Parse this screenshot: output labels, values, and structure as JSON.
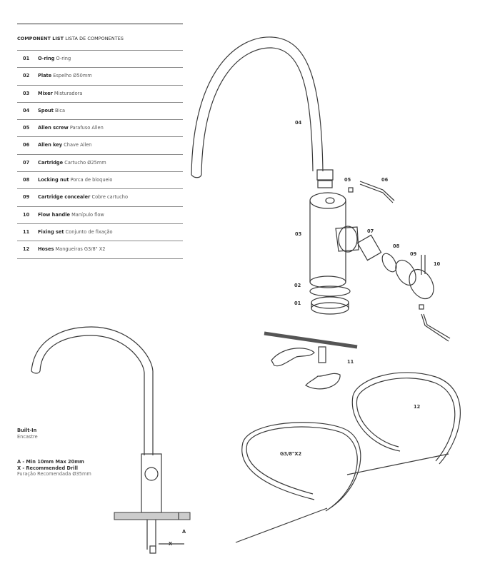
{
  "component_list": {
    "title_en": "COMPONENT LIST",
    "title_pt": "LISTA DE COMPONENTES",
    "items": [
      {
        "num": "01",
        "en": "O-ring",
        "pt": "O-ring"
      },
      {
        "num": "02",
        "en": "Plate",
        "pt": "Espelho Ø50mm"
      },
      {
        "num": "03",
        "en": "Mixer",
        "pt": "Misturadora"
      },
      {
        "num": "04",
        "en": "Spout",
        "pt": "Bica"
      },
      {
        "num": "05",
        "en": "Allen screw",
        "pt": "Parafuso Allen"
      },
      {
        "num": "06",
        "en": "Allen key",
        "pt": "Chave Allen"
      },
      {
        "num": "07",
        "en": "Cartridge",
        "pt": "Cartucho Ø25mm"
      },
      {
        "num": "08",
        "en": "Locking nut",
        "pt": "Porca de bloqueio"
      },
      {
        "num": "09",
        "en": "Cartridge concealer",
        "pt": "Cobre cartucho"
      },
      {
        "num": "10",
        "en": "Flow handle",
        "pt": "Manípulo flow"
      },
      {
        "num": "11",
        "en": "Fixing set",
        "pt": "Conjunto de fixação"
      },
      {
        "num": "12",
        "en": "Hoses",
        "pt": "Mangueiras G3/8\" X2"
      }
    ]
  },
  "callouts": {
    "c01": "01",
    "c02": "02",
    "c03": "03",
    "c04": "04",
    "c05": "05",
    "c06": "06",
    "c07": "07",
    "c08": "08",
    "c09": "09",
    "c10": "10",
    "c11": "11",
    "c12": "12",
    "hose_label": "G3/8\"X2"
  },
  "install_notes": {
    "builtin_en": "Built-In",
    "builtin_pt": "Encastre",
    "a_note": "A - Min 10mm Max 20mm",
    "x_note": "X - Recommended Drill",
    "x_note_pt": "Furação Recomendada Ø35mm",
    "dim_a": "A",
    "dim_x": "X"
  }
}
